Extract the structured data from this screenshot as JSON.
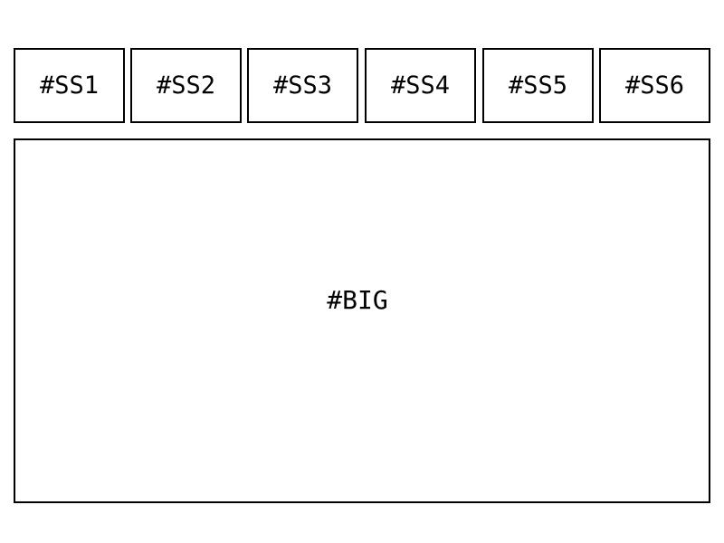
{
  "slideshow": {
    "thumbnails": [
      {
        "label": "#SS1"
      },
      {
        "label": "#SS2"
      },
      {
        "label": "#SS3"
      },
      {
        "label": "#SS4"
      },
      {
        "label": "#SS5"
      },
      {
        "label": "#SS6"
      }
    ],
    "main": {
      "label": "#BIG"
    }
  },
  "colors": {
    "border": "#000000",
    "background": "#ffffff",
    "text": "#000000"
  }
}
